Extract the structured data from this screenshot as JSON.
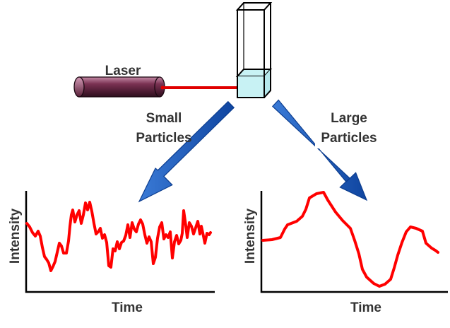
{
  "labels": {
    "laser": "Laser",
    "small_particles": [
      "Small",
      "Particles"
    ],
    "large_particles": [
      "Large",
      "Particles"
    ]
  },
  "plots": {
    "small": {
      "xlabel": "Time",
      "ylabel": "Intensity"
    },
    "large": {
      "xlabel": "Time",
      "ylabel": "Intensity"
    }
  },
  "colors": {
    "beam": "#e00000",
    "signal": "#ff0000",
    "arrow": "#1a56b8",
    "laser_body": "#6b2846",
    "cuvette_liquid": "#c8f2f4",
    "text": "#333333"
  }
}
